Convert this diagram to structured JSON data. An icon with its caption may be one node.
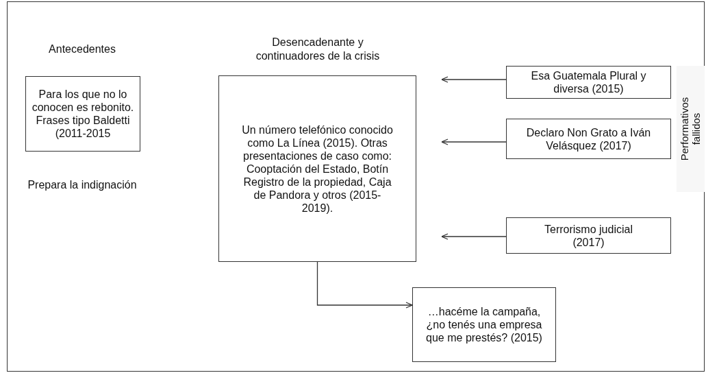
{
  "diagram": {
    "nodes": [
      {
        "text": [
          "Para los que no lo conocen es rebonito. Frases tipo Baldetti (2011-2015"
        ]
      },
      {
        "text": [
          "Un número telefónico conocido como La Línea (2015). Otras presentaciones de caso como: Cooptación del Estado, Botín Registro de la propiedad, Caja de Pandora y otros (2015-2019)."
        ]
      },
      {
        "text": [
          "Esa Guatemala Plural y diversa (2015)"
        ]
      },
      {
        "text": [
          "Declaro Non Grato a Iván Velásquez (2017)"
        ]
      },
      {
        "text": [
          "Terrorismo judicial (2017)"
        ]
      },
      {
        "text": [
          "…hacéme la campaña, ¿no tenés una empresa que me prestés? (2015)"
        ]
      }
    ],
    "edges": [
      {
        "from": 2,
        "to": null,
        "arrow": "to"
      },
      {
        "from": 3,
        "to": null,
        "arrow": "to"
      },
      {
        "from": 4,
        "to": null,
        "arrow": "to"
      },
      {
        "from": 1,
        "to": 5,
        "arrow": "to"
      }
    ],
    "labels": [
      "Antecedentes",
      "Desencadenante y continuadores de la crisis",
      "Prepara la indignación",
      "Performativos fallidos"
    ]
  }
}
